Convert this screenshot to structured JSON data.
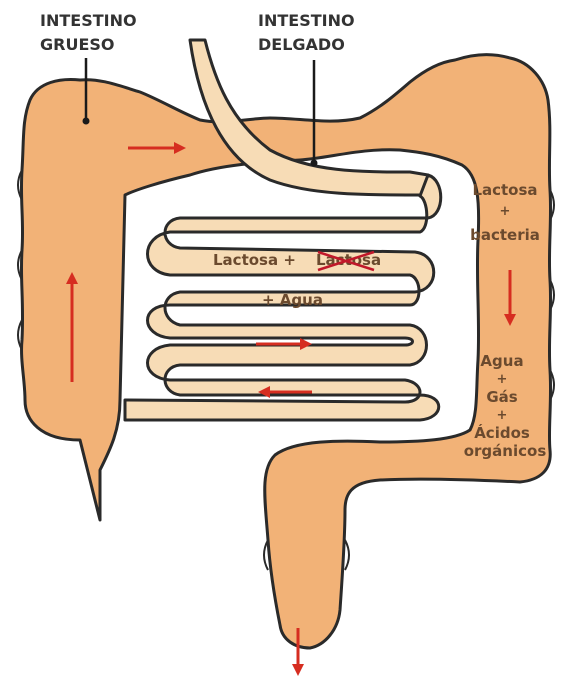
{
  "labels": {
    "large_intestine_line1": "INTESTINO",
    "large_intestine_line2": "GRUESO",
    "small_intestine_line1": "INTESTINO",
    "small_intestine_line2": "DELGADO"
  },
  "inside_small": {
    "line1_prefix": "Lactosa + ",
    "line1_crossed": "Lactosa",
    "line2": "+ Agua"
  },
  "inside_large": {
    "top_line1": "Lactosa",
    "top_plus": "+",
    "top_line2": "bacteria",
    "bottom_line1": "Agua",
    "bottom_plus1": "+",
    "bottom_line2": "Gás",
    "bottom_plus2": "+",
    "bottom_line3": "Ácidos",
    "bottom_line4": "orgánicos"
  },
  "colors": {
    "large_intestine": "#f2b277",
    "small_intestine": "#f7dcb6",
    "outline": "#2a2a2a",
    "arrow": "#d62d20",
    "text": "#333333"
  }
}
